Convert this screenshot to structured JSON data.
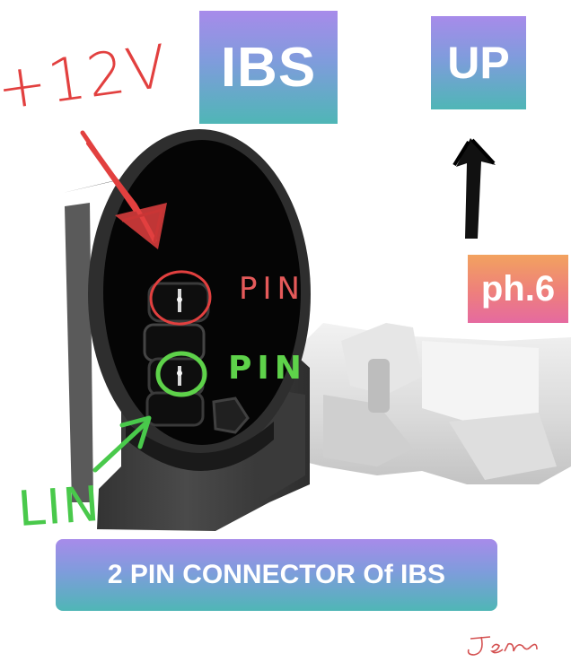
{
  "title": "IBS",
  "direction_label": "UP",
  "photo_number": "ph.6",
  "caption": "2 PIN CONNECTOR Of IBS",
  "annotations": {
    "voltage": "+12V",
    "pin_top": "PIN",
    "pin_bottom": "PIN",
    "lin": "LIN"
  },
  "signature": "Jene",
  "colors": {
    "red_annotation": "#e2403f",
    "green_annotation": "#5ed24a",
    "label_gradient_top": "#a78bea",
    "label_gradient_bottom": "#4fb6b6",
    "photo_label_top": "#f2a25f",
    "photo_label_bottom": "#e56aa0",
    "connector_body": "#3b3b3b"
  }
}
